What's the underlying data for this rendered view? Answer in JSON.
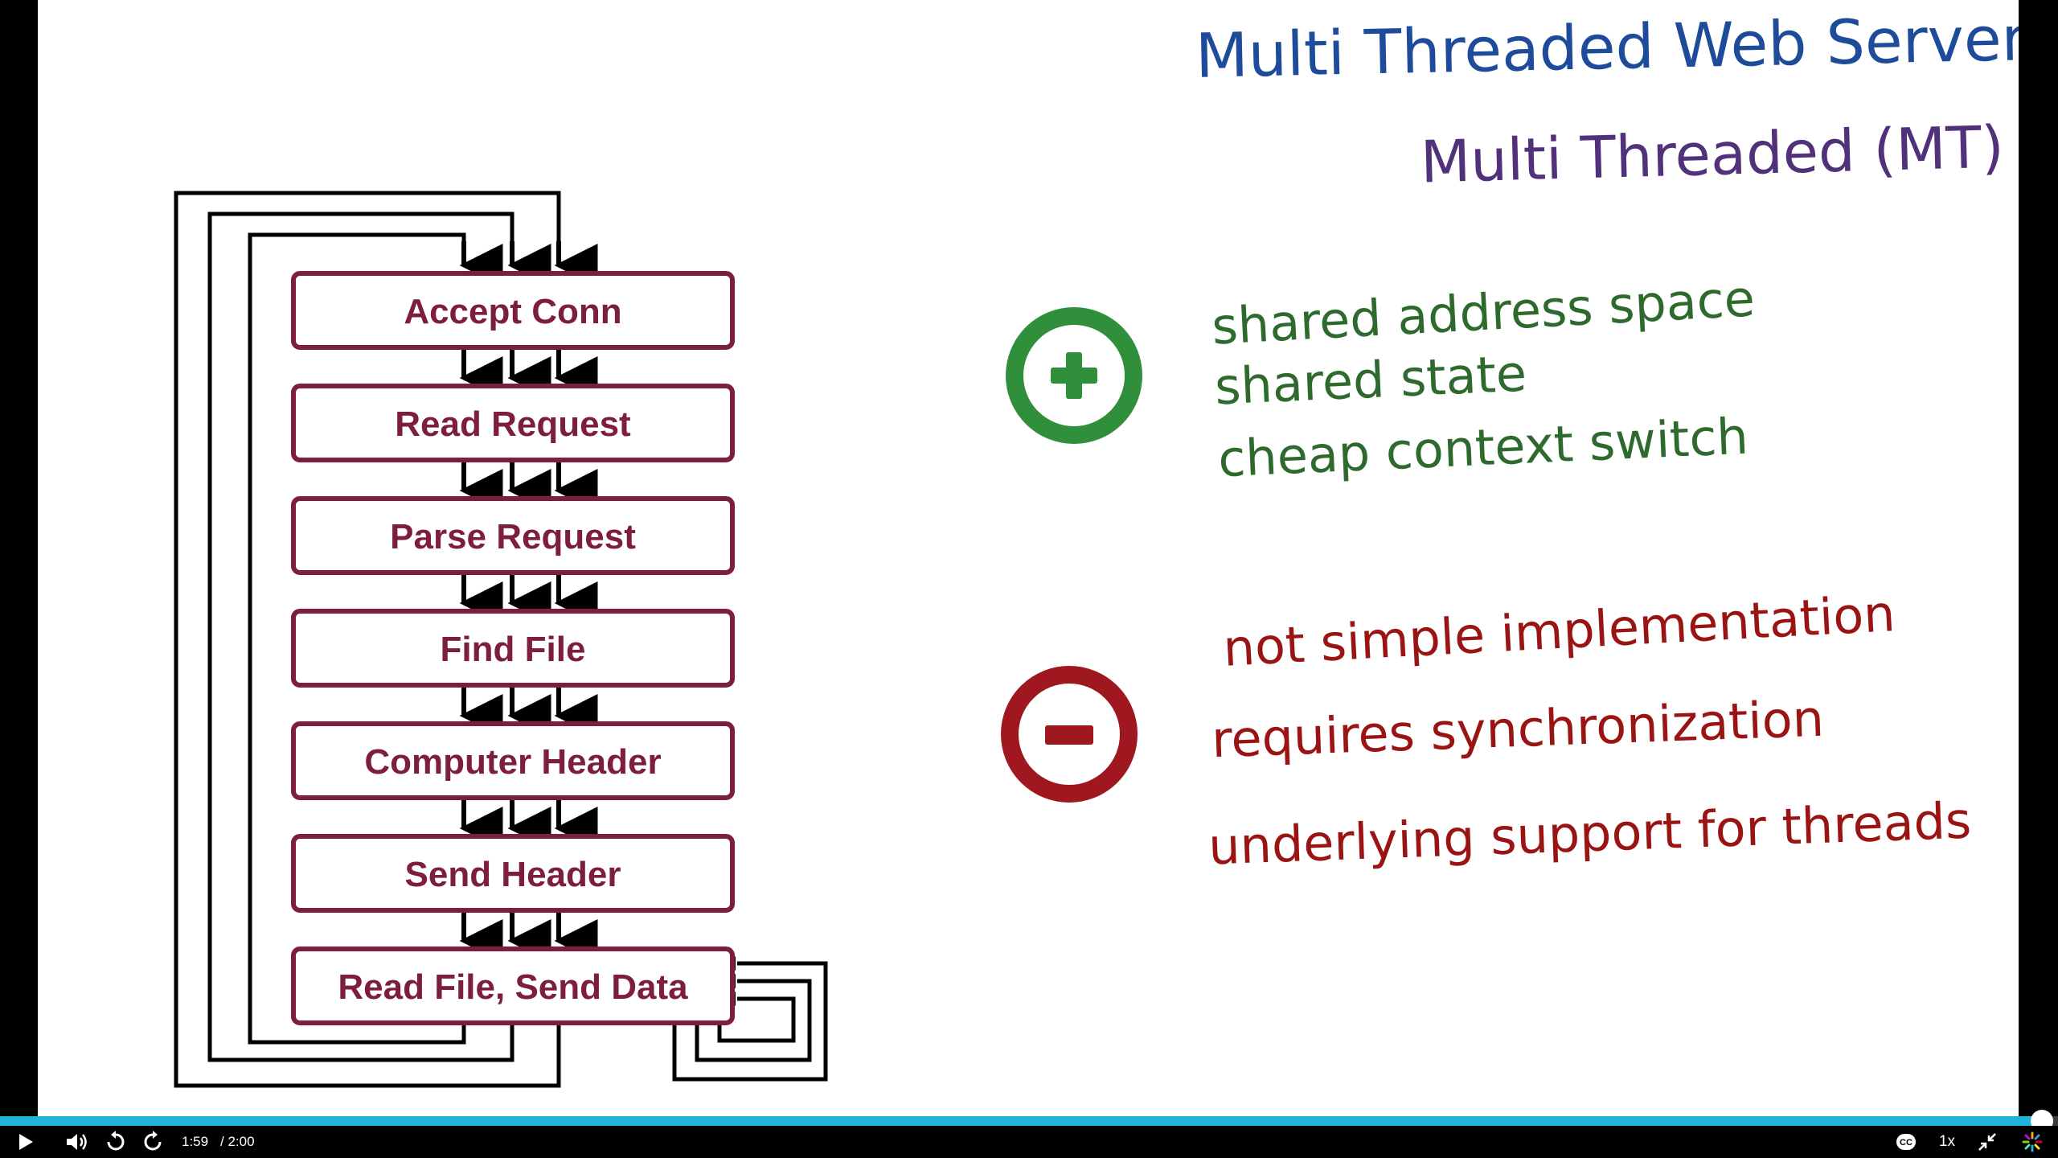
{
  "slide": {
    "title": "Multi Threaded Web Server",
    "subtitle": "Multi Threaded (MT)",
    "pipeline_steps": [
      "Accept Conn",
      "Read Request",
      "Parse Request",
      "Find File",
      "Computer Header",
      "Send Header",
      "Read File, Send Data"
    ],
    "pros": [
      "shared address space",
      "shared state",
      "cheap context switch"
    ],
    "cons": [
      "not simple implementation",
      "requires synchronization",
      "underlying support for threads"
    ],
    "colors": {
      "pro": "#2e6a2e",
      "con": "#9a1414",
      "box": "#7d1f3c",
      "title": "#1e4b9a",
      "subtitle": "#51317a"
    },
    "icons": {
      "pro": "plus-circle-icon",
      "con": "minus-circle-icon"
    }
  },
  "player": {
    "current_time": "1:59",
    "duration": "/ 2:00",
    "progress_fraction": 0.992,
    "speed": "1x",
    "icons": [
      "play-icon",
      "volume-icon",
      "rewind-icon",
      "forward-icon",
      "closed-captions-icon",
      "exit-fullscreen-icon",
      "spinner-icon"
    ],
    "progress_color": "#1fb3d8"
  }
}
